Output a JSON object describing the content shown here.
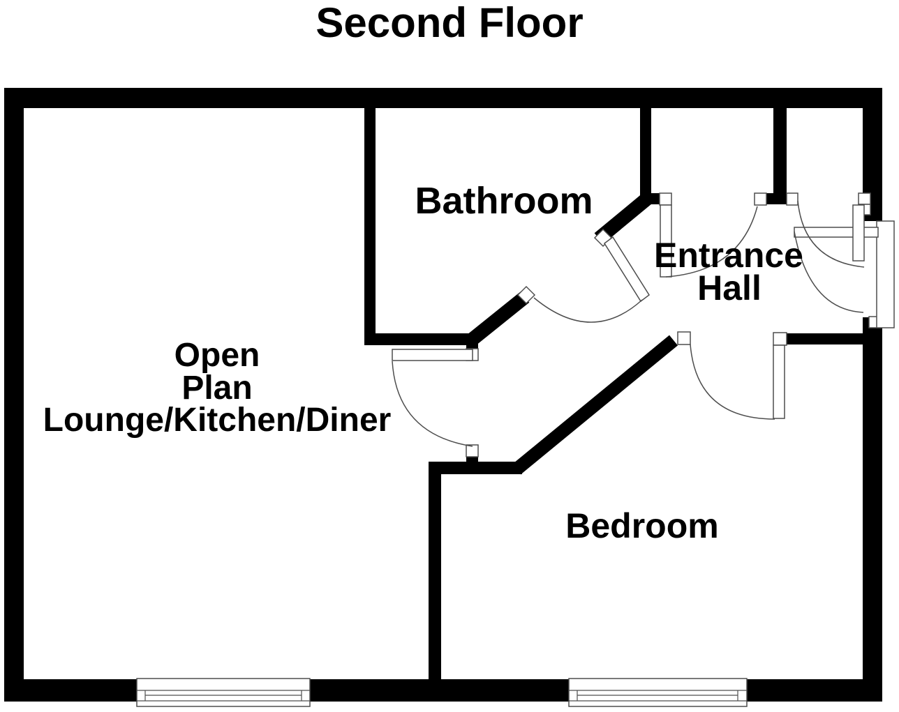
{
  "title": "Second Floor",
  "rooms": {
    "bathroom": {
      "label": "Bathroom"
    },
    "entrance_hall": {
      "label_line1": "Entrance",
      "label_line2": "Hall"
    },
    "open_plan": {
      "label_line1": "Open",
      "label_line2": "Plan",
      "label_line3": "Lounge/Kitchen/Diner"
    },
    "bedroom": {
      "label": "Bedroom"
    }
  },
  "colors": {
    "wall": "#000000",
    "detail_line": "#4d4d4d",
    "background": "#ffffff",
    "text": "#000000"
  }
}
